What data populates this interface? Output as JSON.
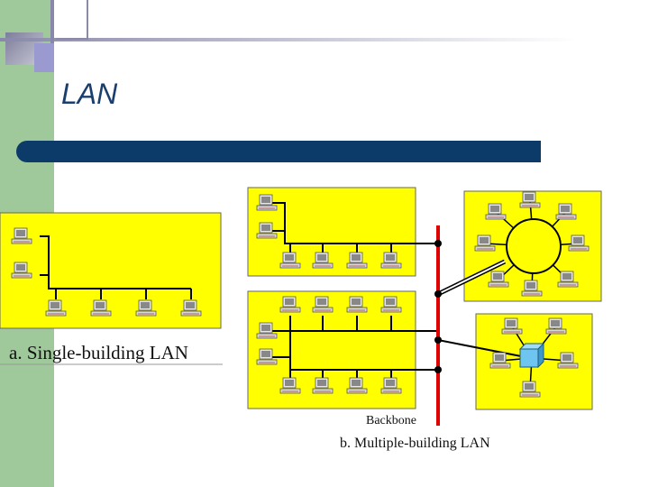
{
  "slide": {
    "title": "LAN"
  },
  "diagram": {
    "caption_a": "a. Single-building LAN",
    "caption_b": "b. Multiple-building LAN",
    "backbone_label": "Backbone",
    "colors": {
      "building": "#ffff00",
      "backbone": "#e00000",
      "title_bar": "#0c3b6a",
      "sidebar": "#a0c99b",
      "switch": "#6ec6f0"
    }
  }
}
